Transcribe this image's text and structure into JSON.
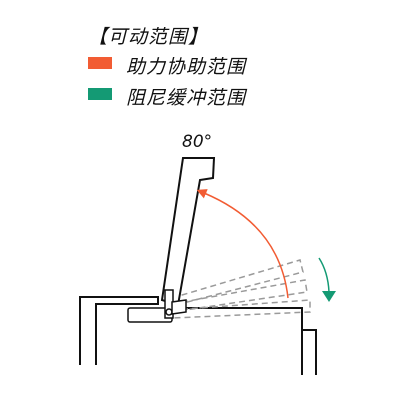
{
  "legend": {
    "title": "【可动范围】",
    "items": [
      {
        "label": "助力协助范围",
        "color": "#f25c33"
      },
      {
        "label": "阻尼缓冲范围",
        "color": "#149a74"
      }
    ]
  },
  "angle_label": "80°",
  "colors": {
    "outline": "#111111",
    "ghost": "#9a9a9a",
    "assist_arrow": "#f25c33",
    "damper_arrow": "#149a74"
  }
}
